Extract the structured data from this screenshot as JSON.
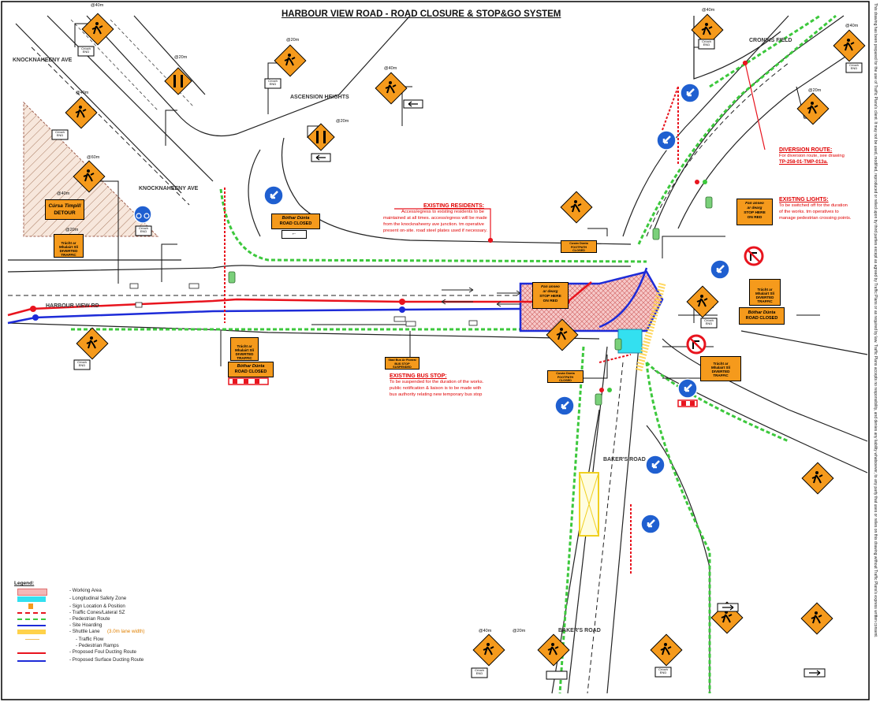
{
  "title": "HARBOUR VIEW ROAD - ROAD CLOSURE  & STOP&GO SYSTEM",
  "roads": {
    "knocknaheeny_ave_top": "KNOCKNAHEENY AVE",
    "ascension_heights": "ASCENSION HEIGHTS",
    "knocknaheeny_ave": "KNOCKNAHEENY AVE",
    "harbour_view_rd": "HARBOUR VIEW RD",
    "cronins_field": "CRONINS FIELD",
    "bakers_road_1": "BAKER'S ROAD",
    "bakers_road_2": "BAKER'S ROAD"
  },
  "notes": {
    "existing_residents_title": "EXISTING RESIDENTS:",
    "existing_residents_lines": [
      "Access/egress to existing residents to be",
      "maintained at all times. access/egress will be made",
      "from the knocknaheeny ave junction. tm operative",
      "present on-site. road steel plates used if necessary."
    ],
    "diversion_title": "DIVERSION ROUTE:",
    "diversion_lines": [
      "For diversion route, see drawing"
    ],
    "diversion_ref": "TP-258-01-TMP-013a.",
    "lights_title": "EXISTING LIGHTS:",
    "lights_lines": [
      "To be switched off for the duration",
      "of the works. tm operatives to",
      "manage pedestrian crossing points."
    ],
    "bus_title": "EXISTING BUS STOP:",
    "bus_lines": [
      "To be suspended for the duration of the works.",
      "public notification & liaison is to be made with",
      "bus authority relating new temporary bus stop"
    ]
  },
  "signs": {
    "dist_40": "@40m",
    "dist_20": "@20m",
    "dist_60": "@60m",
    "crioch": "Críoch",
    "end": "END",
    "detour_irish": "Cúrsa Timpill",
    "detour": "DETOUR",
    "bothar_dunta": "Bóthar Dúnta",
    "road_closed": "ROAD CLOSED",
    "trasct_1": "Trácht ar",
    "trasct_2": "Mhalairt Slí",
    "diverted": "DIVERTED",
    "traffic": "TRAFFIC",
    "fan_1": "Fan anseo",
    "fan_2": "ar dearg",
    "stop_here_1": "STOP HERE",
    "stop_here_2": "ON RED",
    "footpath_1": "Cosán Dúnta",
    "footpath_2": "FOOTPATH",
    "footpath_3": "CLOSED",
    "bus_stop_1": "Stad Bus Ar Fionraí",
    "bus_stop_2": "BUS STOP",
    "bus_stop_3": "SUSPENDED"
  },
  "legend": {
    "title": "Legend:",
    "items": [
      "- Working Area",
      "- Longitudinal Safety Zone",
      "- Sign Location & Position",
      "- Traffic Cones/Lateral SZ",
      "- Pedestrian Route",
      "- Site Hoarding",
      "(3.0m lane width)",
      "- Traffic Flow",
      "- Pedestrian Ramps",
      "- Proposed Foul Ducting Route",
      "- Proposed Surface Ducting Route"
    ],
    "shuttle": "- Shuttle Lane"
  },
  "disclaimer": "This drawing has been prepared for the use of Traffic Plans's client. It may not be used, modified, reproduced or relied upon by third parties except as agreed by Traffic Plans or as required by law. Traffic Plans accepts no responsibility, and denies any liability whatsoever, to any party that uses or relies on this drawing without Traffic Plans's express written consent.",
  "colors": {
    "working_area": "#f3b7b7",
    "foul_duct": "#e8141e",
    "surface_duct": "#1d2bd8",
    "pedestrian": "#3cc83c",
    "sign_orange": "#f59a1c",
    "safety_zone": "#33e0f0",
    "mandatory_blue": "#1f5fd0"
  }
}
